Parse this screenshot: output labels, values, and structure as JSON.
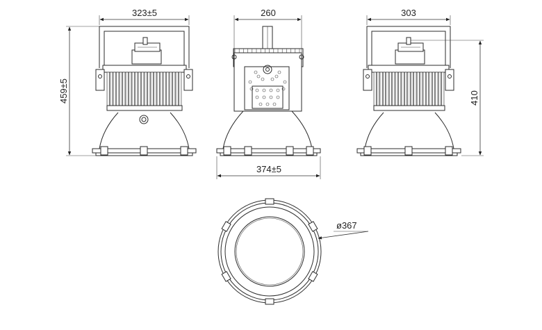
{
  "dimensions": {
    "front_width": "323±5",
    "front_height": "459±5",
    "side_top_width": "260",
    "side_bottom_width": "374±5",
    "right_width": "303",
    "right_height": "410",
    "bottom_diameter": "ø367"
  }
}
